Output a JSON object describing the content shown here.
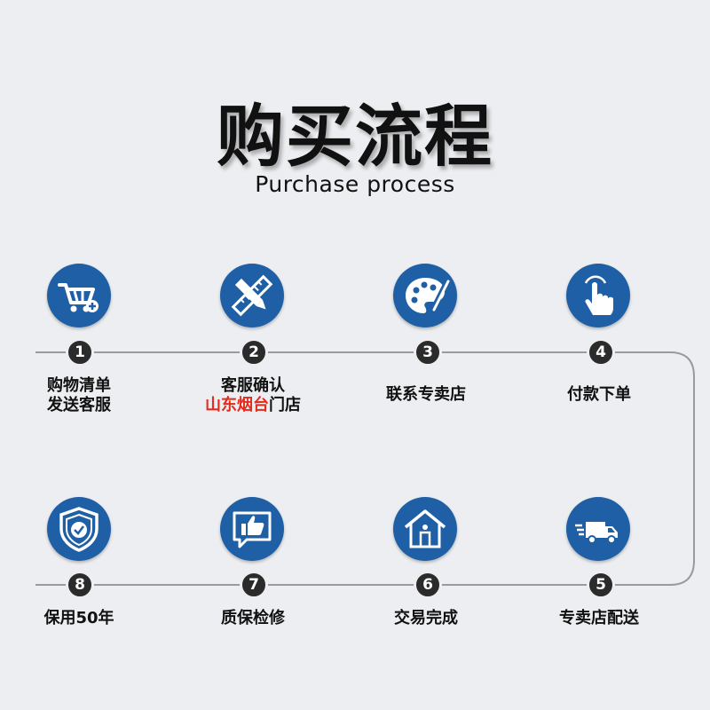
{
  "header": {
    "title": "购买流程",
    "subtitle": "Purchase process"
  },
  "steps": [
    {
      "number": "1",
      "label_line1": "购物清单",
      "label_line2": "发送客服",
      "icon": "shopping-cart-icon"
    },
    {
      "number": "2",
      "label_line1": "客服确认",
      "label_line2_highlight": "山东烟台",
      "label_line2_rest": "门店",
      "icon": "ruler-pencil-icon"
    },
    {
      "number": "3",
      "label_line1": "联系专卖店",
      "icon": "palette-icon"
    },
    {
      "number": "4",
      "label_line1": "付款下单",
      "icon": "tap-hand-icon"
    },
    {
      "number": "5",
      "label_line1": "专卖店配送",
      "icon": "delivery-truck-icon"
    },
    {
      "number": "6",
      "label_line1": "交易完成",
      "icon": "house-icon"
    },
    {
      "number": "7",
      "label_line1": "质保检修",
      "icon": "thumbs-up-icon"
    },
    {
      "number": "8",
      "label_line1": "保用50年",
      "icon": "shield-check-icon"
    }
  ],
  "colors": {
    "icon_circle": "#1f5fa6",
    "number_circle": "#2b2b2b",
    "highlight_text": "#e32c1d",
    "line": "#9a9a9a"
  }
}
